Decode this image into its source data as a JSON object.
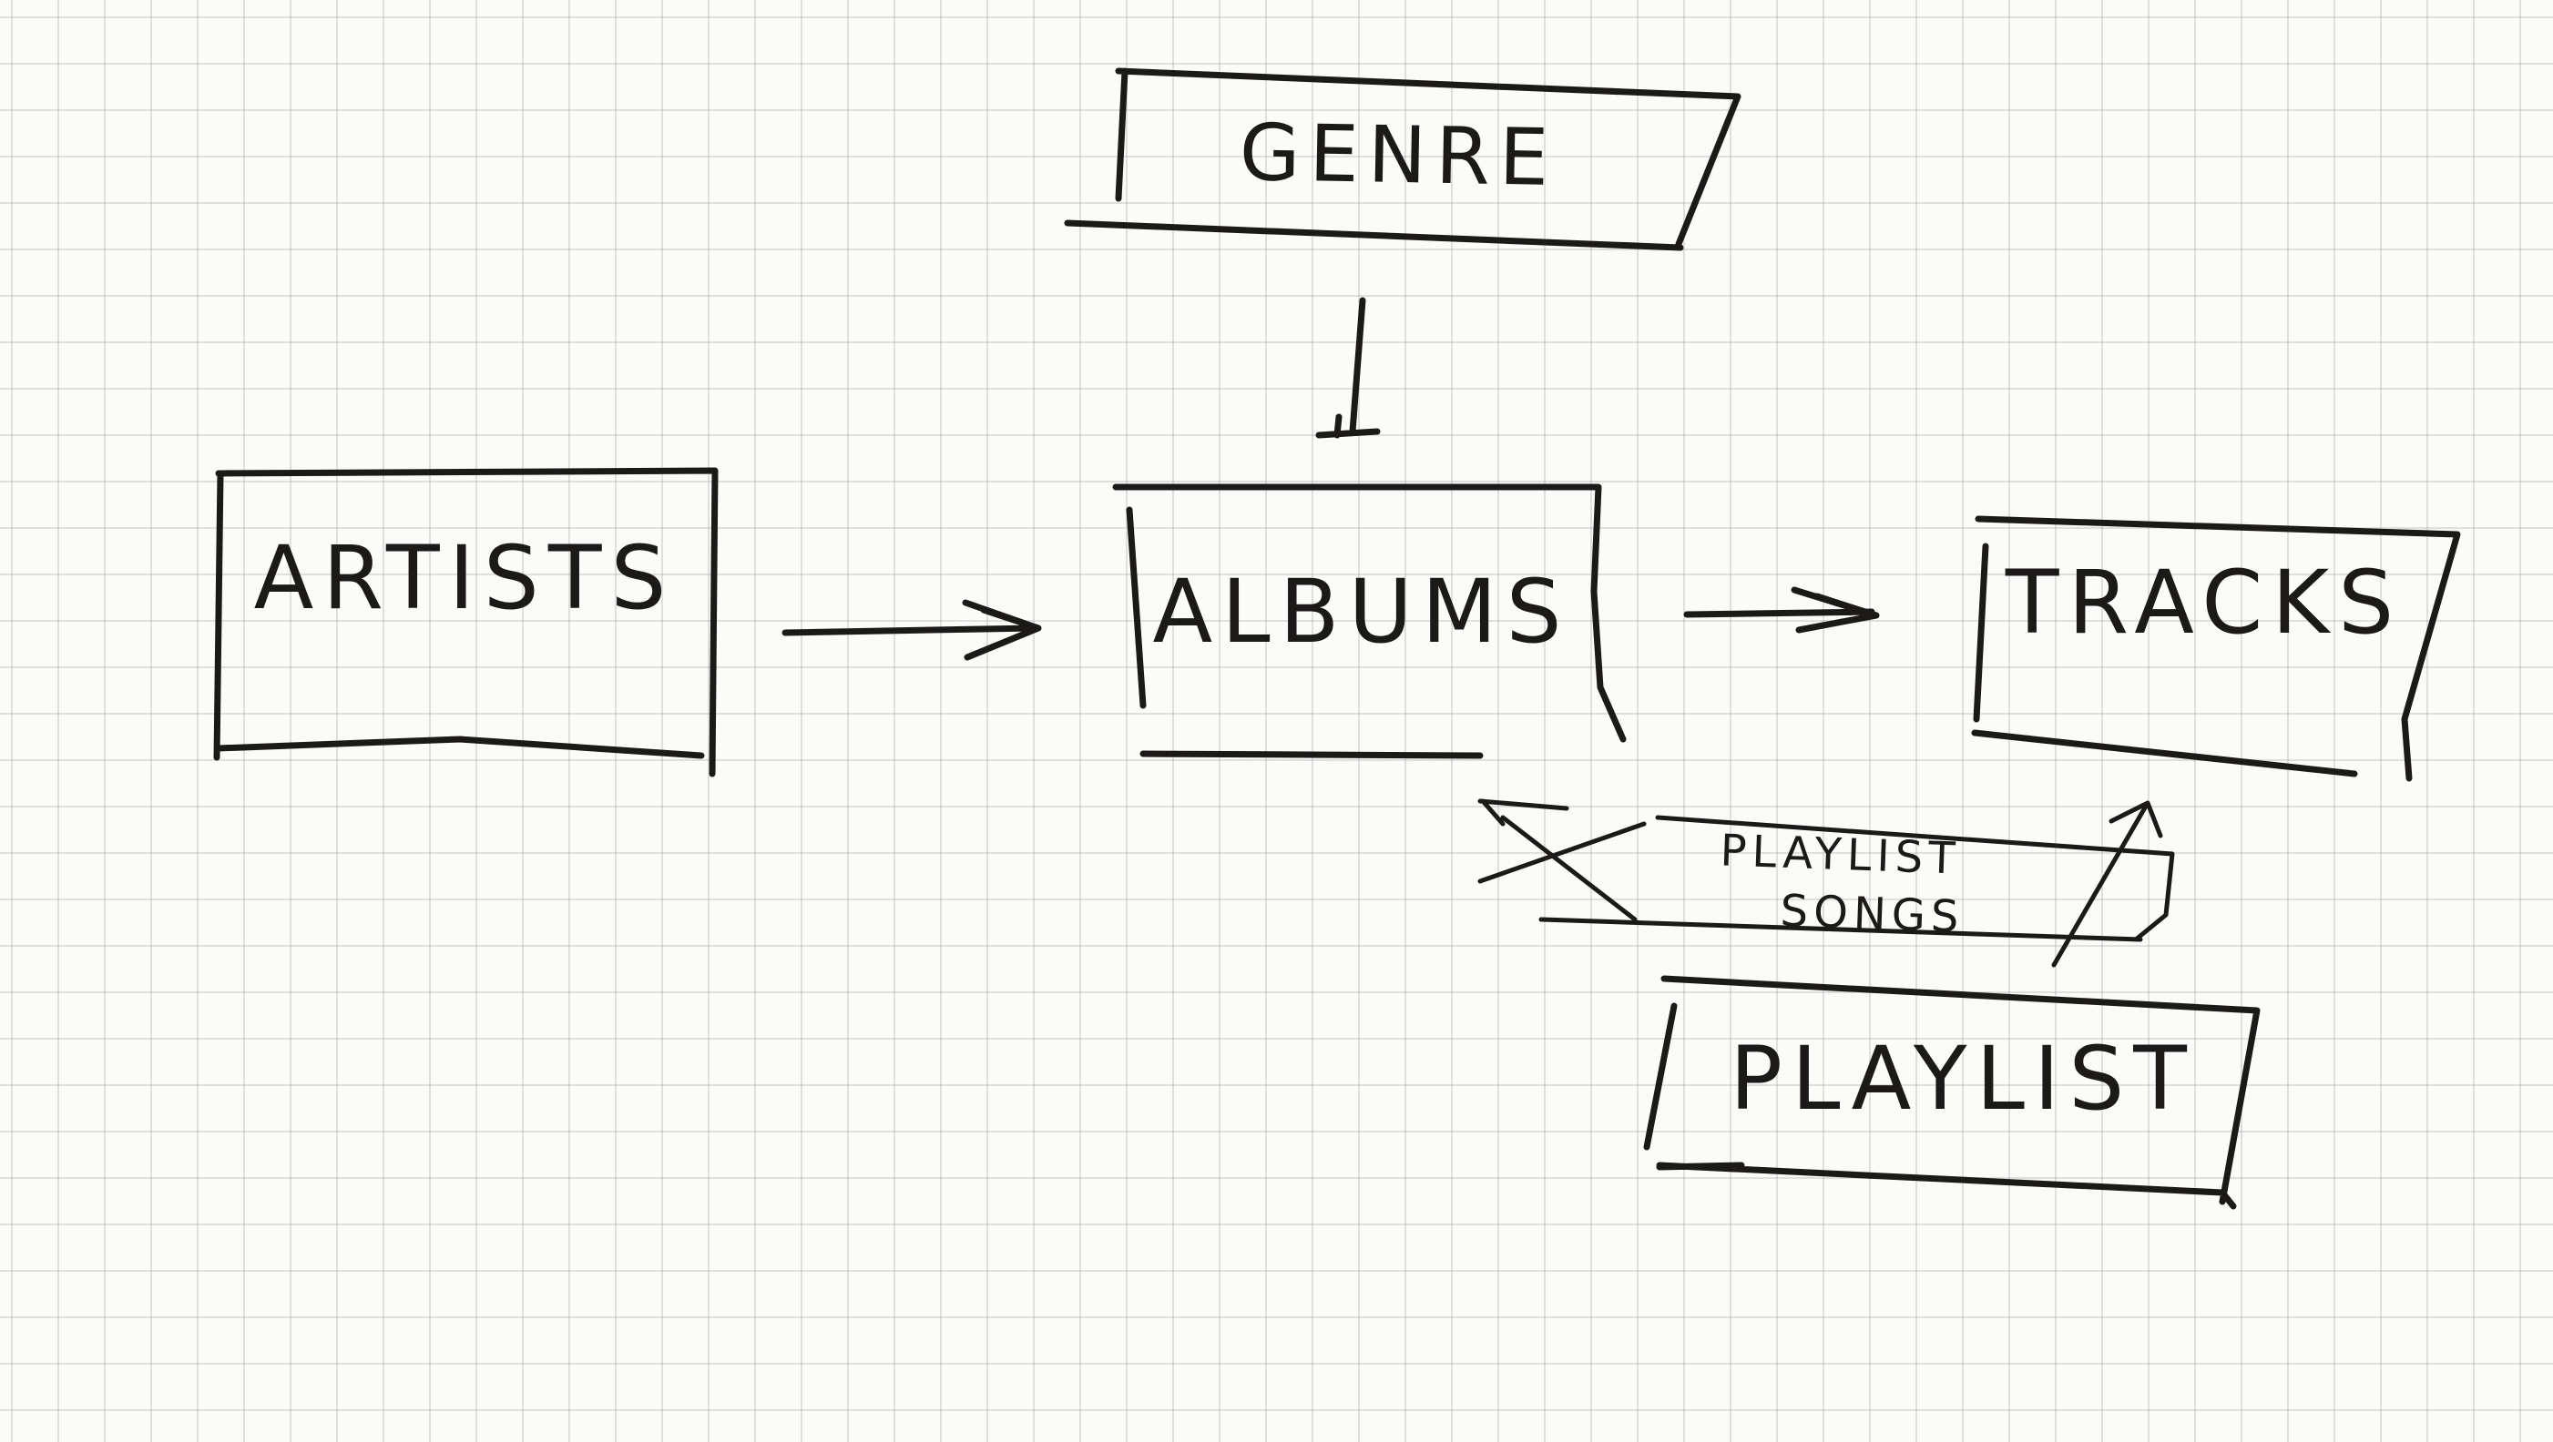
{
  "entities": {
    "genre": "GENRE",
    "artists": "ARTISTS",
    "albums": "ALBUMS",
    "tracks": "TRACKS",
    "playlist_songs_line1": "PLAYLIST",
    "playlist_songs_line2": "SONGS",
    "playlist": "PLAYLIST"
  }
}
